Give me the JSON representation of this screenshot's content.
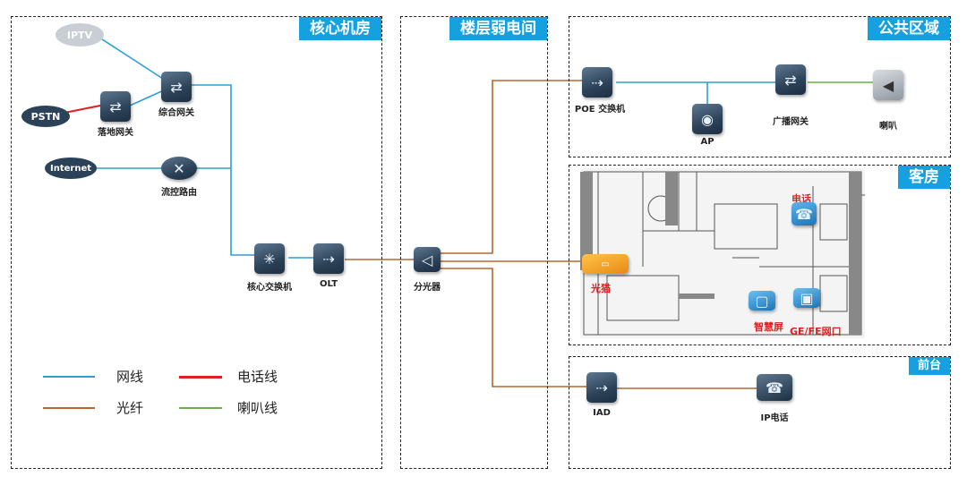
{
  "zones": {
    "core": "核心机房",
    "floor": "楼层弱电间",
    "public": "公共区域",
    "room": "客房",
    "front": "前台"
  },
  "nodes": {
    "iptv": "IPTV",
    "pstn": "PSTN",
    "internet": "Internet",
    "landing_gw": "落地网关",
    "integrated_gw": "综合网关",
    "flow_router": "流控路由",
    "core_switch": "核心交换机",
    "olt": "OLT",
    "splitter": "分光器",
    "poe_switch": "POE 交换机",
    "ap": "AP",
    "broadcast_gw": "广播网关",
    "speaker": "喇叭",
    "phone": "电话",
    "onu": "光猫",
    "smart_screen": "智慧屏",
    "ge_fe": "GE/FE网口",
    "iad": "IAD",
    "ip_phone": "IP电话"
  },
  "legend": {
    "network": "网线",
    "phone_line": "电话线",
    "fiber": "光纤",
    "speaker_line": "喇叭线"
  },
  "colors": {
    "network": "#2b9fd6",
    "phone_line": "#e02020",
    "fiber": "#b8662b",
    "speaker_line": "#6aaf4a",
    "zone_title_bg": "#15a0e0"
  }
}
